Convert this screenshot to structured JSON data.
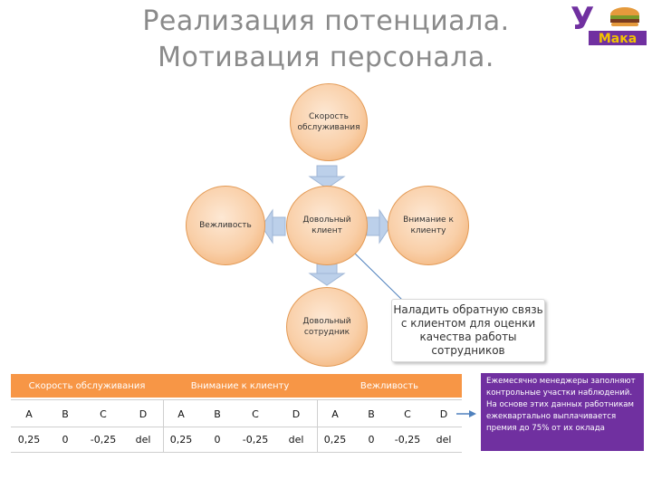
{
  "title": {
    "line1": "Реализация потенциала.",
    "line2": "Мотивация персонала."
  },
  "logo": {
    "letter": "У",
    "text": "Мака"
  },
  "diagram": {
    "top": "Скорость обслуживания",
    "left": "Вежливость",
    "center": "Довольный клиент",
    "right": "Внимание к клиенту",
    "bottom": "Довольный сотрудник",
    "callout": "Наладить обратную связь с клиентом для оценки качества работы сотрудников"
  },
  "table": {
    "groups": [
      "Скорость обслуживания",
      "Внимание к клиенту",
      "Вежливость"
    ],
    "grades": [
      "A",
      "B",
      "C",
      "D",
      "A",
      "B",
      "C",
      "D",
      "A",
      "B",
      "C",
      "D"
    ],
    "values": [
      "0,25",
      "0",
      "-0,25",
      "del",
      "0,25",
      "0",
      "-0,25",
      "del",
      "0,25",
      "0",
      "-0,25",
      "del"
    ]
  },
  "note": "Ежемесячно менеджеры заполняют контрольные участки наблюдений. На основе этих данных работникам ежеквартально выплачивается премия до 75% от их оклада",
  "colors": {
    "accent_orange": "#f79646",
    "circle_fill": "#f9cfa8",
    "arrow_blue": "#bcd0ea",
    "note_purple": "#7030a0"
  }
}
